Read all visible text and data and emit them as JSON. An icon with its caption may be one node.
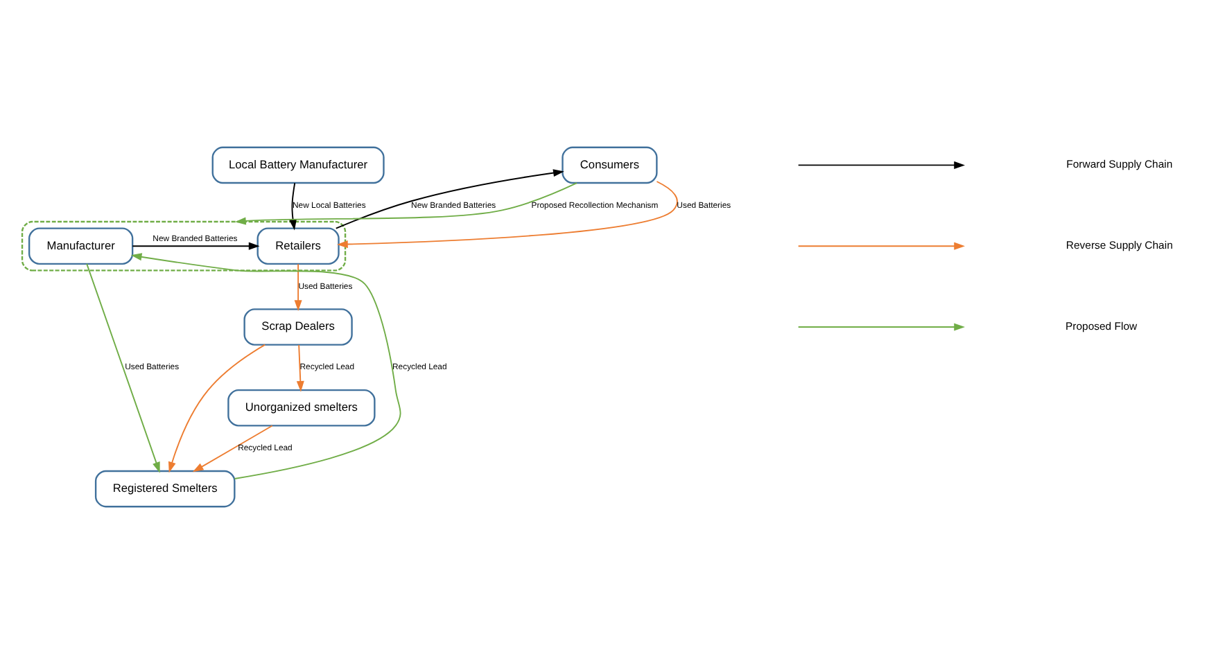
{
  "diagram": {
    "nodes": [
      {
        "text": [
          "Local Battery Manufacturer"
        ]
      },
      {
        "text": [],
        "shape": "box"
      },
      {
        "text": [
          "Manufacturer"
        ],
        "in": 1
      },
      {
        "text": [
          "Retailers"
        ],
        "in": 1
      },
      {
        "text": [
          "Consumers"
        ]
      },
      {
        "text": [
          "Registered Smelters"
        ]
      },
      {
        "text": [
          "Scrap Dealers"
        ]
      },
      {
        "text": [
          "Unorganized smelters"
        ]
      }
    ],
    "edges": [
      {
        "from": 0,
        "to": 3,
        "arrow": "to",
        "label": "New Local Batteries",
        "color": "#000000"
      },
      {
        "from": 2,
        "to": 3,
        "arrow": "to",
        "label": "New Branded Batteries",
        "color": "#000000"
      },
      {
        "from": 3,
        "to": 4,
        "arrow": "to",
        "label": "New Branded Batteries",
        "color": "#000000"
      },
      {
        "from": 4,
        "to": 3,
        "arrow": "to",
        "label": "Used Batteries"
      },
      {
        "from": 4,
        "to": 1,
        "arrow": "to",
        "label": "Proposed Recollection Mechanism",
        "color": "#70ad47"
      },
      {
        "from": 5,
        "to": 2,
        "arrow": "to",
        "label": "Recycled Lead",
        "color": "#70ad47"
      },
      {
        "from": 2,
        "to": 5,
        "arrow": "to",
        "label": "Used Batteries",
        "color": "#70ad47"
      },
      {
        "from": 3,
        "to": 6,
        "arrow": "to",
        "label": "Used Batteries"
      },
      {
        "from": 6,
        "to": 5,
        "arrow": "to"
      },
      {
        "from": 6,
        "to": 7,
        "arrow": "to",
        "label": "Recycled Lead"
      },
      {
        "from": 7,
        "to": 5,
        "arrow": "to",
        "label": "Recycled Lead"
      }
    ],
    "legend": [
      {
        "text": "Forward Supply Chain"
      },
      {
        "text": "Reverse Supply Chain"
      },
      {
        "text": "Proposed Flow"
      }
    ]
  }
}
